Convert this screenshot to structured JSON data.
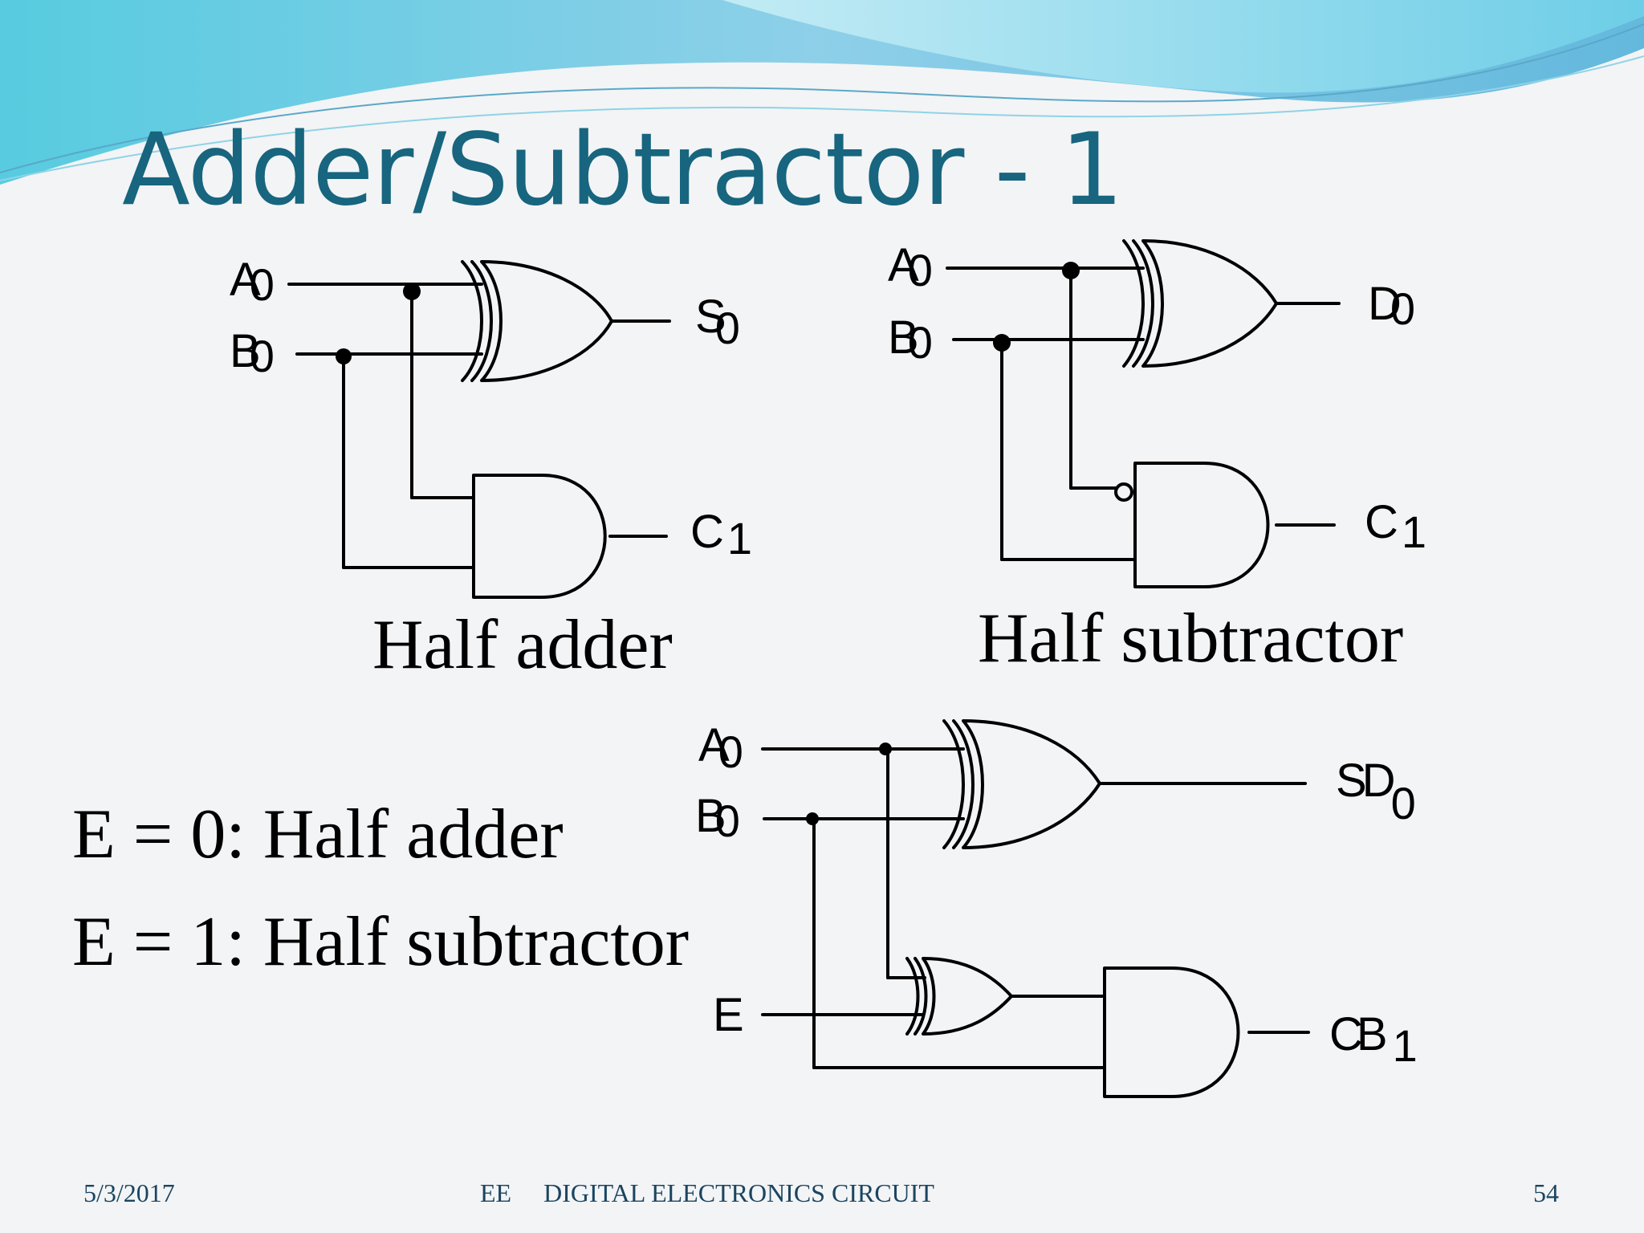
{
  "slide": {
    "title": "Adder/Subtractor - 1",
    "captions": {
      "half_adder": "Half adder",
      "half_subtractor": "Half subtractor",
      "mode0": "E = 0: Half adder",
      "mode1": "E = 1: Half subtractor"
    },
    "footer": {
      "date": "5/3/2017",
      "center": "EE     DIGITAL ELECTRONICS CIRCUIT",
      "page": "54"
    }
  },
  "diagram": {
    "half_adder": {
      "inputs": [
        {
          "letter": "A",
          "sub": "0"
        },
        {
          "letter": "B",
          "sub": "0"
        }
      ],
      "outputs": [
        {
          "letter": "S",
          "sub": "0"
        },
        {
          "letter": "C",
          "sub": "1"
        }
      ]
    },
    "half_subtractor": {
      "inputs": [
        {
          "letter": "A",
          "sub": "0"
        },
        {
          "letter": "B",
          "sub": "0"
        }
      ],
      "outputs": [
        {
          "letter": "D",
          "sub": "0"
        },
        {
          "letter": "C",
          "sub": "1"
        }
      ]
    },
    "adder_subtractor": {
      "inputs": [
        {
          "letter": "A",
          "sub": "0"
        },
        {
          "letter": "B",
          "sub": "0"
        },
        {
          "letter": "E",
          "sub": ""
        }
      ],
      "outputs": [
        {
          "letter": "SD",
          "sub": "0"
        },
        {
          "letter": "CB",
          "sub": "1"
        }
      ]
    }
  },
  "colors": {
    "title": "#17657e",
    "wave_dark": "#5bb0d4",
    "wave_light": "#9ed8ec",
    "wire": "#000000"
  }
}
